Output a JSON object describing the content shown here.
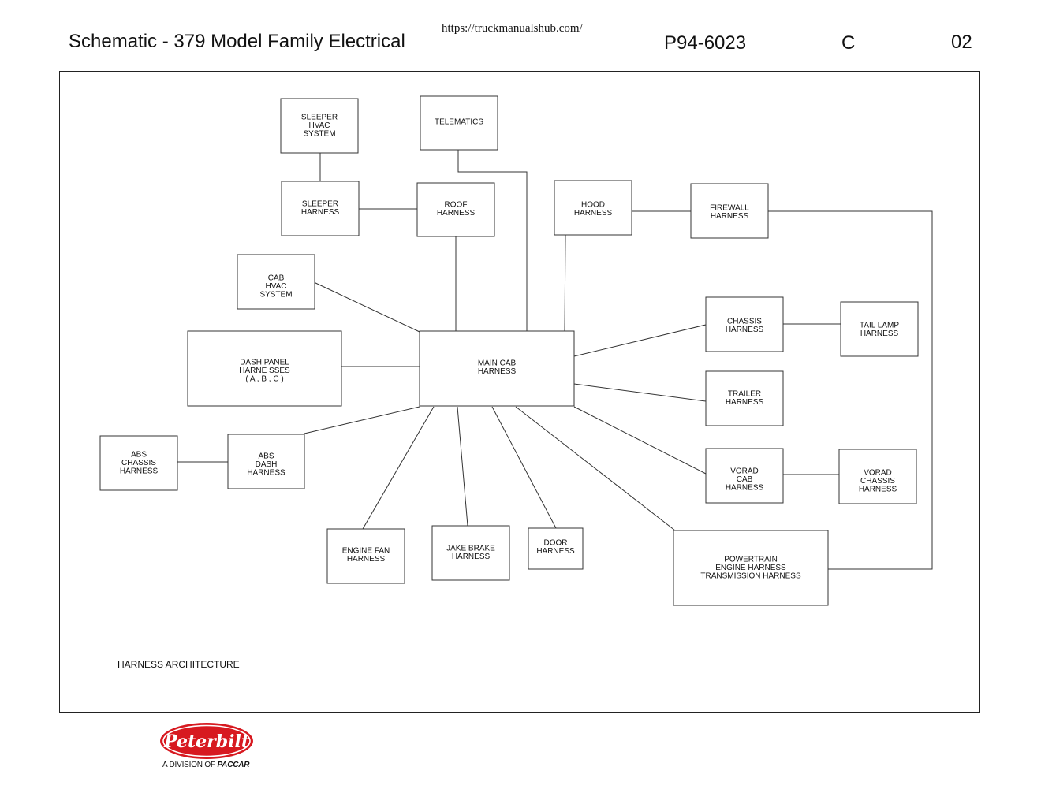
{
  "header": {
    "title": "Schematic - 379 Model Family Electrical",
    "url": "https://truckmanualshub.com/",
    "doc_number": "P94-6023",
    "revision": "C",
    "sheet": "02"
  },
  "diagram": {
    "caption": "HARNESS  ARCHITECTURE",
    "nodes": [
      {
        "id": "sleeper-hvac",
        "lines": [
          "SLEEPER",
          "HVAC",
          "SYSTEM"
        ]
      },
      {
        "id": "telematics",
        "lines": [
          "TELEMATICS"
        ]
      },
      {
        "id": "sleeper-harness",
        "lines": [
          "SLEEPER",
          "HARNESS"
        ]
      },
      {
        "id": "roof-harness",
        "lines": [
          "ROOF",
          "HARNESS"
        ]
      },
      {
        "id": "hood-harness",
        "lines": [
          "HOOD",
          "HARNESS"
        ]
      },
      {
        "id": "firewall-harness",
        "lines": [
          "FIREWALL",
          "HARNESS"
        ]
      },
      {
        "id": "cab-hvac",
        "lines": [
          "CAB",
          "HVAC",
          "SYSTEM"
        ]
      },
      {
        "id": "chassis-harness",
        "lines": [
          "CHASSIS",
          "HARNESS"
        ]
      },
      {
        "id": "tail-lamp-harness",
        "lines": [
          "TAIL  LAMP",
          "HARNESS"
        ]
      },
      {
        "id": "dash-panel",
        "lines": [
          "DASH PANEL",
          "HARNE SSES",
          "( A , B , C )"
        ]
      },
      {
        "id": "main-cab",
        "lines": [
          "MAIN  CAB",
          "HARNESS"
        ]
      },
      {
        "id": "trailer-harness",
        "lines": [
          "TRAILER",
          "HARNESS"
        ]
      },
      {
        "id": "abs-chassis",
        "lines": [
          "ABS",
          "CHASSIS",
          "HARNESS"
        ]
      },
      {
        "id": "abs-dash",
        "lines": [
          "ABS",
          "DASH",
          "HARNESS"
        ]
      },
      {
        "id": "vorad-cab",
        "lines": [
          "VORAD",
          "CAB",
          "HARNESS"
        ]
      },
      {
        "id": "vorad-chassis",
        "lines": [
          "VORAD",
          "CHASSIS",
          "HARNESS"
        ]
      },
      {
        "id": "engine-fan",
        "lines": [
          "ENGINE  FAN",
          "HARNESS"
        ]
      },
      {
        "id": "jake-brake",
        "lines": [
          "JAKE  BRAKE",
          "HARNESS"
        ]
      },
      {
        "id": "door-harness",
        "lines": [
          "DOOR",
          "HARNESS"
        ]
      },
      {
        "id": "powertrain",
        "lines": [
          "POWERTRAIN",
          "ENGINE  HARNESS",
          "TRANSMISSION  HARNESS"
        ]
      }
    ]
  },
  "logo": {
    "brand": "Peterbilt",
    "tagline_prefix": "A DIVISION OF",
    "tagline_brand": "PACCAR",
    "brand_color": "#d71920"
  }
}
